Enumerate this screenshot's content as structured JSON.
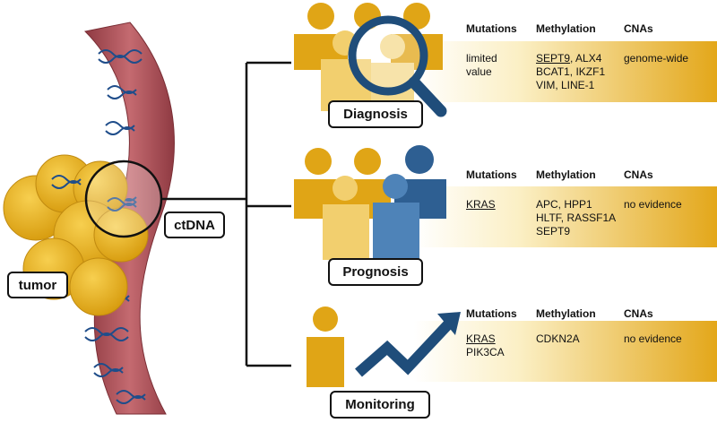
{
  "labels": {
    "tumor": "tumor",
    "ctdna": "ctDNA",
    "diagnosis": "Diagnosis",
    "prognosis": "Prognosis",
    "monitoring": "Monitoring"
  },
  "columns": {
    "mutations": "Mutations",
    "methylation": "Methylation",
    "cnas": "CNAs"
  },
  "diagnosis": {
    "mutations": [
      "limited",
      "value"
    ],
    "methylation_first": "SEPT9",
    "methylation_first_rest": ", ALX4",
    "methylation": [
      "BCAT1, IKZF1",
      "VIM, LINE-1"
    ],
    "cnas": "genome-wide"
  },
  "prognosis": {
    "mutations": "KRAS",
    "methylation": [
      "APC, HPP1",
      "HLTF, RASSF1A",
      "SEPT9"
    ],
    "cnas": "no evidence"
  },
  "monitoring": {
    "mutations_first": "KRAS",
    "mutations_second": "PIK3CA",
    "methylation": "CDKN2A",
    "cnas": "no evidence"
  },
  "colors": {
    "gold": "#E0A516",
    "gold_light": "#F2CF6E",
    "blue_dark": "#1F4D7A",
    "blue_mid": "#3A6FA3",
    "vessel": "#B8555C"
  }
}
